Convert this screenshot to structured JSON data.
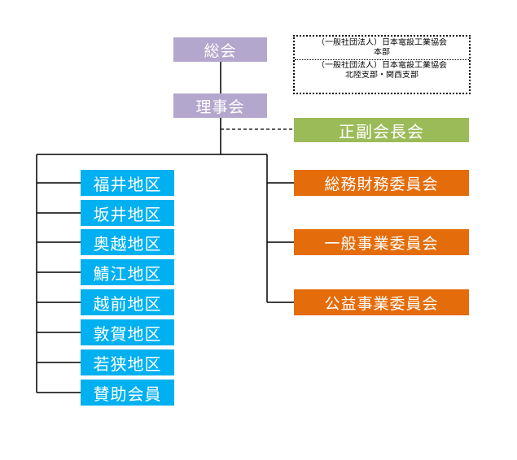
{
  "top": {
    "general_meeting": "総会",
    "board": "理事会",
    "vice_presidents_meeting": "正副会長会"
  },
  "notes": {
    "line1": "（一般社団法人）日本電設工業協会",
    "line2": "本部",
    "line3": "（一般社団法人）日本電設工業協会",
    "line4": "北陸支部・関西支部"
  },
  "committees": [
    "総務財務委員会",
    "一般事業委員会",
    "公益事業委員会"
  ],
  "districts": [
    "福井地区",
    "坂井地区",
    "奥越地区",
    "鯖江地区",
    "越前地区",
    "敦賀地区",
    "若狭地区",
    "賛助会員"
  ],
  "colors": {
    "purple": "#b4a7cd",
    "green": "#9bbb59",
    "orange": "#e46c0a",
    "blue": "#00b0f0"
  }
}
